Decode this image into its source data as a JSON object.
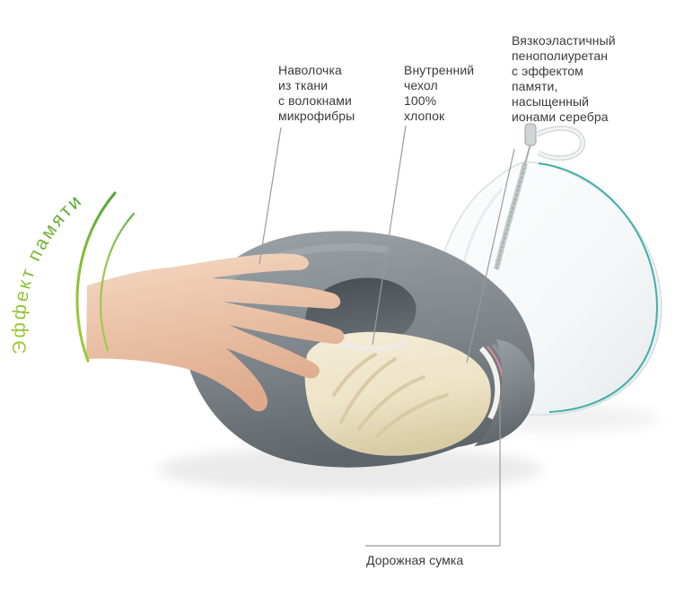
{
  "diagram": {
    "memory_effect_label": "Эффект памяти",
    "callouts": [
      {
        "id": "pillowcase",
        "text": "Наволочка\nиз ткани\nс волокнами\nмикрофибры"
      },
      {
        "id": "inner-cover",
        "text": "Внутренний\nчехол\n100%\nхлопок"
      },
      {
        "id": "memory-foam",
        "text": "Вязкоэластичный\nпенополиуретан\nс эффектом\nпамяти,\nнасыщенный\nионами серебра"
      },
      {
        "id": "travel-bag",
        "text": "Дорожная сумка"
      }
    ],
    "colors": {
      "green_light": "#A6CC39",
      "green_dark": "#4FA32F",
      "teal_trim": "#2EA79F",
      "line_gray": "#9B9B9B",
      "label_text": "#3A3A3A",
      "pillow_gray": "#7E868B",
      "foam_cream": "#EDE3C7",
      "skin_tone": "#EBC6AA",
      "bag_white": "#F6F9F9"
    }
  }
}
